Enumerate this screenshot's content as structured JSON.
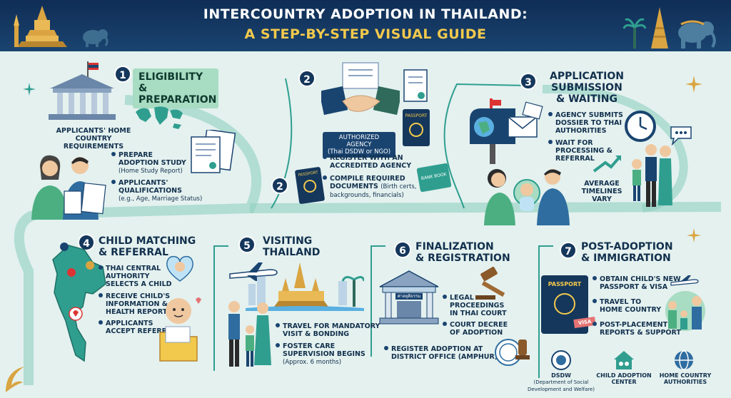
{
  "title_line1": "INTERCOUNTRY ADOPTION IN THAILAND:",
  "title_line2": "A STEP-BY-STEP VISUAL GUIDE",
  "step1": {
    "number": "1",
    "title_a": "ELIGIBILITY &",
    "title_b": "PREPARATION",
    "req_a": "APPLICANTS' HOME",
    "req_b": "COUNTRY REQUIREMENTS",
    "prep_a": "PREPARE",
    "prep_b": "ADOPTION STUDY",
    "prep_sub": "(Home Study Report)",
    "qual_a": "APPLICANTS'",
    "qual_b": "QUALIFICATIONS",
    "qual_sub": "(e.g., Age, Marriage Status)"
  },
  "step2": {
    "number": "2",
    "agency_a": "AUTHORIZED AGENCY",
    "agency_b": "(Thai DSDW or NGO)",
    "reg_a": "REGISTER WITH AN",
    "reg_b": "ACCREDITED AGENCY",
    "comp_a": "COMPILE REQUIRED",
    "comp_b": "DOCUMENTS",
    "comp_sub1": "(Birth certs,",
    "comp_sub2": "backgrounds, financials)",
    "passport_label": "PASSPORT",
    "bank_label": "BANK BOOK"
  },
  "step3": {
    "number": "3",
    "title_a": "APPLICATION",
    "title_b": "SUBMISSION",
    "title_c": "& WAITING",
    "sub_a": "AGENCY SUBMITS",
    "sub_b": "DOSSIER TO THAI",
    "sub_c": "AUTHORITIES",
    "wait_a": "WAIT FOR",
    "wait_b": "PROCESSING &",
    "wait_c": "REFERRAL",
    "avg_a": "AVERAGE",
    "avg_b": "TIMELINES",
    "avg_c": "VARY"
  },
  "step4": {
    "number": "4",
    "title_a": "CHILD MATCHING",
    "title_b": "& REFERRAL",
    "b1_a": "THAI CENTRAL",
    "b1_b": "AUTHORITY",
    "b1_c": "SELECTS A CHILD",
    "b2_a": "RECEIVE CHILD'S",
    "b2_b": "INFORMATION &",
    "b2_c": "HEALTH REPORT",
    "b3_a": "APPLICANTS",
    "b3_b": "ACCEPT REFERRAL"
  },
  "step5": {
    "number": "5",
    "title_a": "VISITING",
    "title_b": "THAILAND",
    "b1_a": "TRAVEL FOR MANDATORY",
    "b1_b": "VISIT & BONDING",
    "b2_a": "FOSTER CARE",
    "b2_b": "SUPERVISION BEGINS",
    "b2_sub": "(Approx. 6 months)"
  },
  "step6": {
    "number": "6",
    "title_a": "FINALIZATION",
    "title_b": "& REGISTRATION",
    "b1_a": "LEGAL",
    "b1_b": "PROCEEDINGS",
    "b1_c": "IN THAI COURT",
    "b2_a": "COURT DECREE",
    "b2_b": "OF ADOPTION",
    "b3_a": "REGISTER ADOPTION AT",
    "b3_b": "DISTRICT OFFICE (AMPHUR)",
    "building_sign": "ศาลยุติธรรม"
  },
  "step7": {
    "number": "7",
    "title_a": "POST-ADOPTION",
    "title_b": "& IMMIGRATION",
    "b1_a": "OBTAIN CHILD'S NEW",
    "b1_b": "PASSPORT & VISA",
    "b2_a": "TRAVEL TO",
    "b2_b": "HOME COUNTRY",
    "b3_a": "POST-PLACEMENT",
    "b3_b": "REPORTS & SUPPORT",
    "passport_label": "PASSPORT",
    "visa_label": "VISA"
  },
  "footer": {
    "dsdw": "DSDW",
    "dsdw_sub1": "(Department of Social",
    "dsdw_sub2": "Development and Welfare)",
    "center_a": "CHILD ADOPTION",
    "center_b": "CENTER",
    "home_a": "HOME COUNTRY",
    "home_b": "AUTHORITIES"
  },
  "colors": {
    "navy": "#15375c",
    "teal": "#2f9e8f",
    "mint": "#a8dcc3",
    "gold": "#d9a441"
  }
}
